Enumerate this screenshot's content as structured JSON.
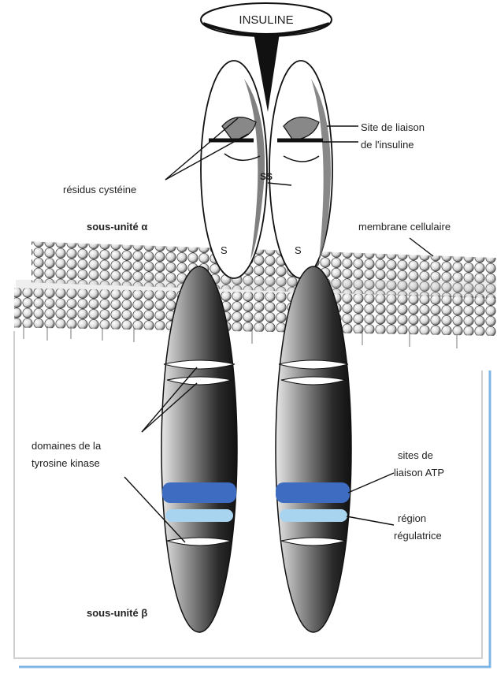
{
  "labels": {
    "insuline": "INSULINE",
    "site_liaison_l1": "Site de liaison",
    "site_liaison_l2": "de l'insuline",
    "residus_cysteine": "résidus cystéine",
    "ss": "SS",
    "sous_unite_alpha": "sous-unité α",
    "membrane": "membrane cellulaire",
    "s_left": "S",
    "s_right": "S",
    "tyrosine_l1": "domaines de la",
    "tyrosine_l2": "tyrosine kinase",
    "atp_l1": "sites de",
    "atp_l2": "liaison ATP",
    "region_l1": "région",
    "region_l2": "régulatrice",
    "sous_unite_beta": "sous-unité β"
  },
  "colors": {
    "atp_band": "#3d6cc0",
    "regulatory_band": "#a9d4f0",
    "cell_border": "#7fb6e6",
    "subunit_dark": "#2a2a2a"
  }
}
